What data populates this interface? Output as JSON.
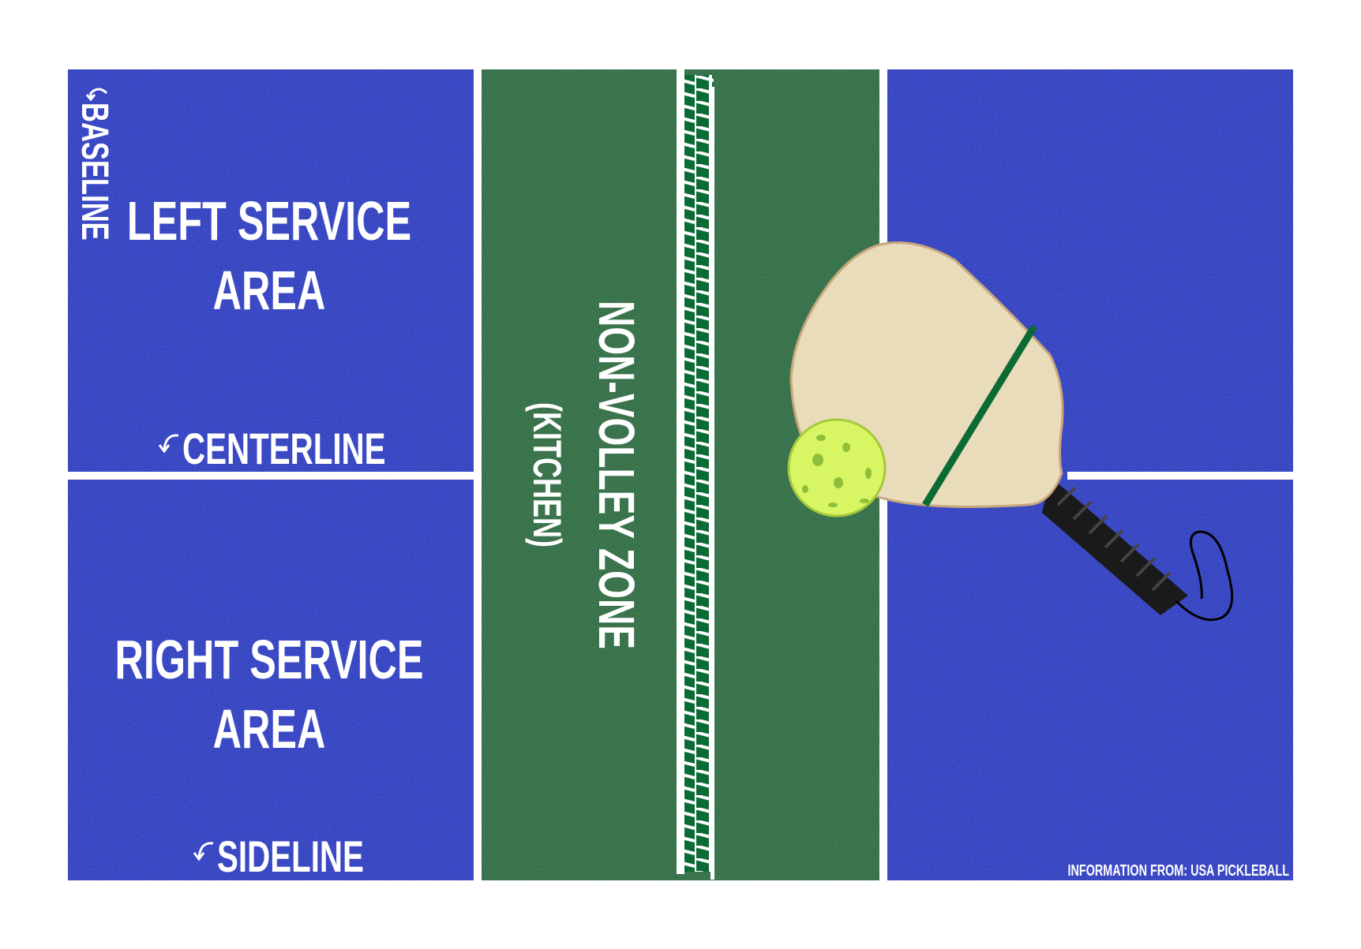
{
  "labels": {
    "baseline": "BASELINE",
    "left_service_line1": "LEFT SERVICE",
    "left_service_line2": "AREA",
    "centerline": "CENTERLINE",
    "right_service_line1": "RIGHT SERVICE",
    "right_service_line2": "AREA",
    "sideline": "SIDELINE",
    "non_volley_zone": "NON-VOLLEY ZONE",
    "kitchen": "(KITCHEN)",
    "source": "INFORMATION FROM: USA PICKLEBALL"
  },
  "colors": {
    "court_blue": "#0a2fc4",
    "kitchen_green": "#0b6b34",
    "lines": "#ffffff",
    "paddle_face": "#e8dcba",
    "paddle_edge": "#c9a77c",
    "ball": "#d8f564",
    "grip": "#1a1a1a"
  }
}
